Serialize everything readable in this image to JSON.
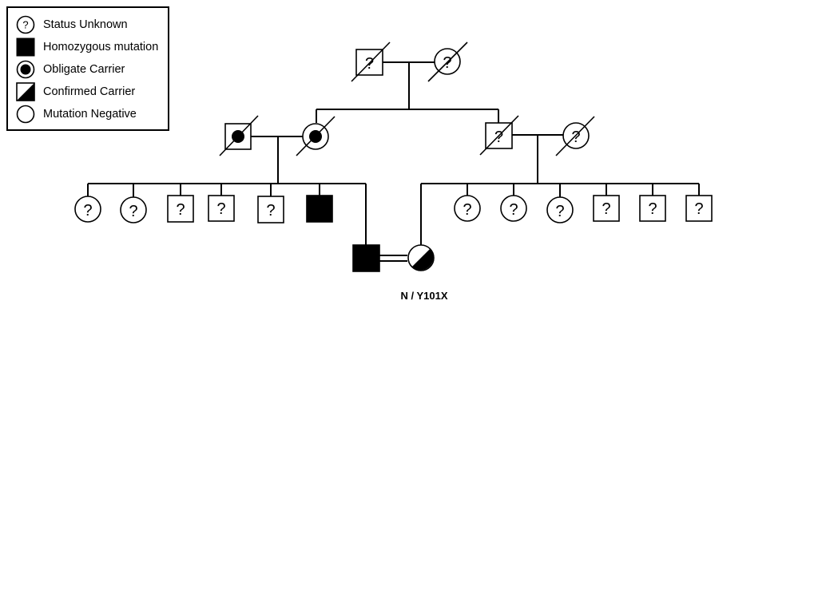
{
  "legend": {
    "items": [
      {
        "symbol": "status-unknown",
        "label": "Status Unknown"
      },
      {
        "symbol": "homozygous-mutation",
        "label": "Homozygous mutation"
      },
      {
        "symbol": "obligate-carrier",
        "label": "Obligate Carrier"
      },
      {
        "symbol": "confirmed-carrier",
        "label": "Confirmed Carrier"
      },
      {
        "symbol": "mutation-negative",
        "label": "Mutation Negative"
      }
    ]
  },
  "unknown_mark": "?",
  "variant_label": "N / Y101X",
  "colors": {
    "stroke": "#000000",
    "fill": "#000000",
    "background": "#ffffff"
  },
  "pedigree": {
    "generation_1": [
      {
        "sex": "male",
        "status": "unknown",
        "deceased": true
      },
      {
        "sex": "female",
        "status": "unknown",
        "deceased": true
      }
    ],
    "generation_2_left_couple": [
      {
        "sex": "male",
        "status": "obligate-carrier",
        "deceased": true
      },
      {
        "sex": "female",
        "status": "obligate-carrier",
        "deceased": true
      }
    ],
    "generation_2_right_couple": [
      {
        "sex": "male",
        "status": "unknown",
        "deceased": true
      },
      {
        "sex": "female",
        "status": "unknown",
        "deceased": true
      }
    ],
    "generation_3_left_sibship": [
      {
        "sex": "female",
        "status": "unknown"
      },
      {
        "sex": "female",
        "status": "unknown"
      },
      {
        "sex": "male",
        "status": "unknown"
      },
      {
        "sex": "male",
        "status": "unknown"
      },
      {
        "sex": "male",
        "status": "unknown"
      },
      {
        "sex": "male",
        "status": "homozygous-mutation"
      },
      {
        "sex": "male",
        "status": "homozygous-mutation",
        "consanguineous_partner": true
      }
    ],
    "generation_3_right_sibship": [
      {
        "sex": "female",
        "status": "confirmed-carrier",
        "genotype": "N / Y101X"
      },
      {
        "sex": "female",
        "status": "unknown"
      },
      {
        "sex": "female",
        "status": "unknown"
      },
      {
        "sex": "female",
        "status": "unknown"
      },
      {
        "sex": "male",
        "status": "unknown"
      },
      {
        "sex": "male",
        "status": "unknown"
      },
      {
        "sex": "male",
        "status": "unknown"
      }
    ]
  }
}
